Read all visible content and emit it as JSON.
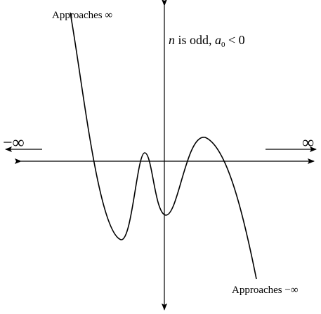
{
  "labels": {
    "top_left": "Approaches ∞",
    "bottom_right": "Approaches −∞",
    "left_infinity": "−∞",
    "right_infinity": "∞"
  },
  "condition": {
    "n": "n",
    "is_odd": " is odd, ",
    "a": "a",
    "subscript": "0",
    "relation": " < 0"
  },
  "colors": {
    "stroke": "#000000",
    "background": "#ffffff"
  }
}
